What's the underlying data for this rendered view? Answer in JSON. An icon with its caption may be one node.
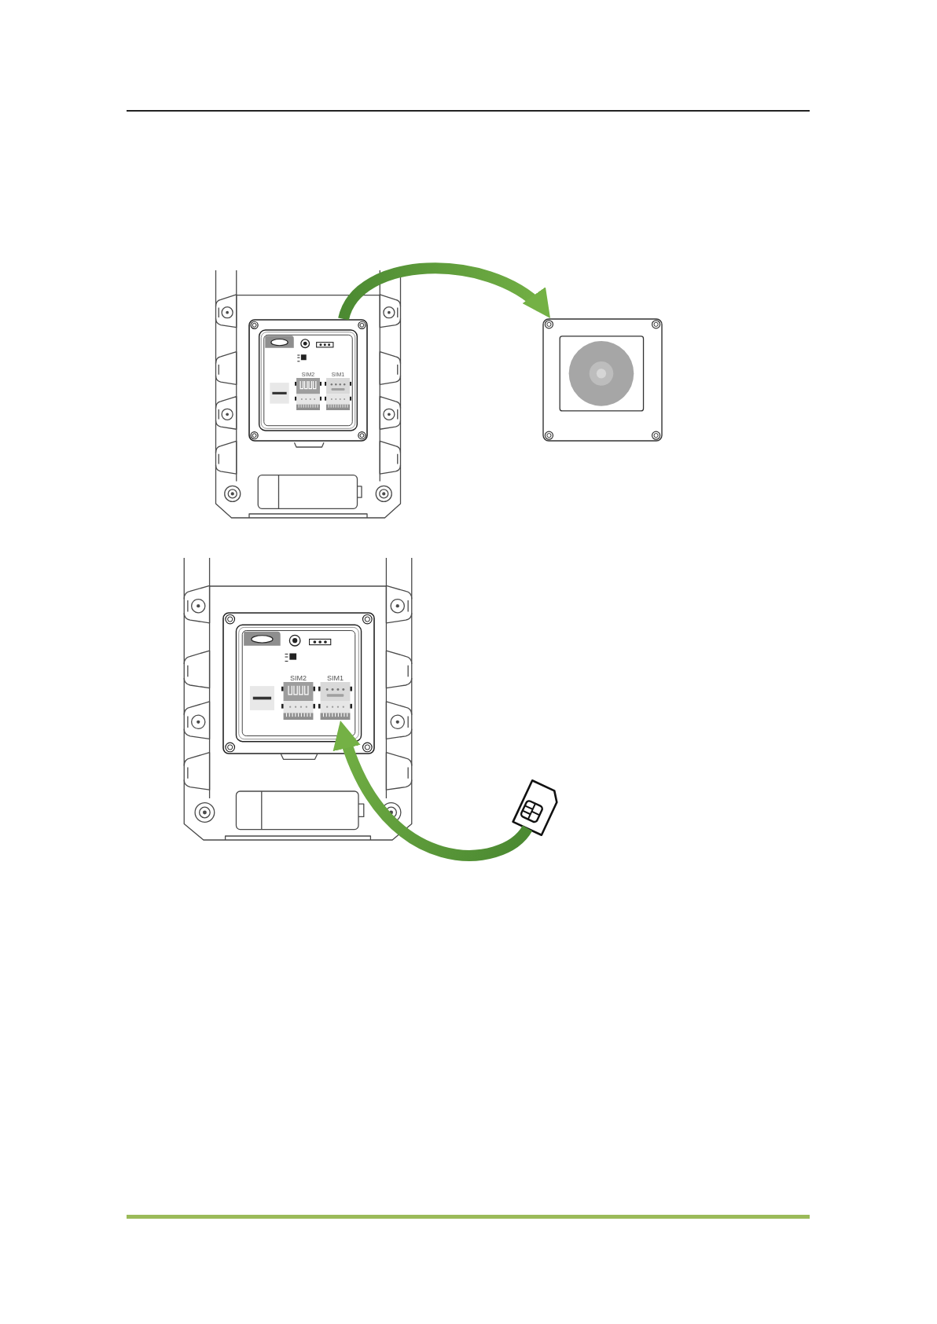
{
  "diagram": {
    "nodes": [
      {
        "text": [],
        "shape": "picture"
      },
      {
        "text": [],
        "shape": "picture",
        "in": 0
      },
      {
        "text": [
          "SIM2"
        ],
        "in": 1
      },
      {
        "text": [
          "SIM1"
        ],
        "in": 1
      },
      {
        "text": [],
        "shape": "picture"
      },
      {
        "text": [],
        "shape": "picture"
      },
      {
        "text": [],
        "shape": "picture",
        "in": 5
      },
      {
        "text": [
          "SIM2"
        ],
        "in": 6
      },
      {
        "text": [
          "SIM1"
        ],
        "in": 6
      },
      {
        "text": [],
        "shape": "picture"
      }
    ],
    "edges": [
      {
        "from": 1,
        "to": 4,
        "arrow": "to"
      },
      {
        "from": 9,
        "to": 8,
        "arrow": "to"
      }
    ]
  }
}
